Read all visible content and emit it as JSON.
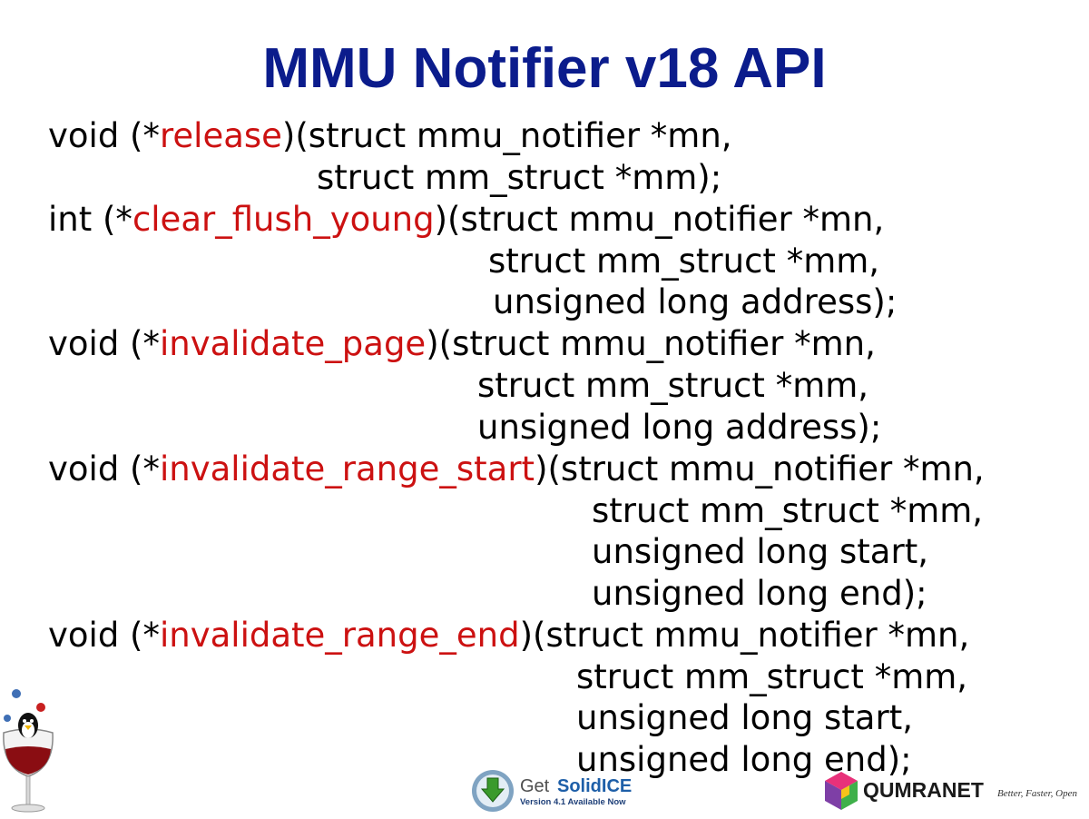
{
  "title": "MMU Notifier v18 API",
  "colors": {
    "title": "#0b1c8c",
    "function_name": "#cc1111",
    "code": "#000000"
  },
  "code": {
    "release": {
      "prefix": "void (*",
      "name": "release",
      "suffix": ")(struct mmu_notifier *mn,",
      "args": [
        "struct mm_struct *mm);"
      ]
    },
    "clear_flush_young": {
      "prefix": "int (*",
      "name": "clear_flush_young",
      "suffix": ")(struct mmu_notifier *mn,",
      "args": [
        "struct mm_struct *mm,",
        "unsigned long address);"
      ]
    },
    "invalidate_page": {
      "prefix": "void (*",
      "name": "invalidate_page",
      "suffix": ")(struct mmu_notifier *mn,",
      "args": [
        "struct mm_struct *mm,",
        "unsigned long address);"
      ]
    },
    "invalidate_range_start": {
      "prefix": "void (*",
      "name": "invalidate_range_start",
      "suffix": ")(struct mmu_notifier *mn,",
      "args": [
        "struct mm_struct *mm,",
        "unsigned long start,",
        "unsigned long end);"
      ]
    },
    "invalidate_range_end": {
      "prefix": "void (*",
      "name": "invalidate_range_end",
      "suffix": ")(struct mmu_notifier *mn,",
      "args": [
        "struct mm_struct *mm,",
        "unsigned long start,",
        "unsigned long end);"
      ]
    }
  },
  "footer": {
    "solidice": {
      "get": "Get ",
      "brand": "SolidICE",
      "version": "Version 4.1 Available Now",
      "icon": "download-arrow-icon"
    },
    "qumranet": {
      "brand": "QUMRANET",
      "tagline": "Better, Faster, Open",
      "icon": "cube-logo-icon"
    },
    "mascot_icon": "juggling-penguin-wineglass-icon"
  }
}
